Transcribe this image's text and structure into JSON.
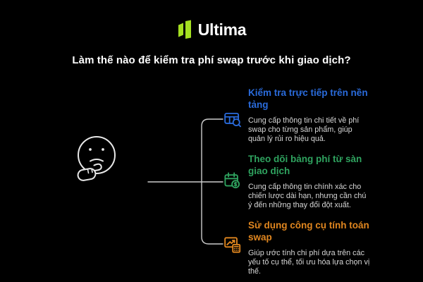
{
  "page": {
    "background": "#000000"
  },
  "header": {
    "logo_icon": "ultima-logo-icon",
    "logo_text": "Ultima",
    "logo_color": "#A4E021",
    "text_color": "#FFFFFF"
  },
  "title": "Làm thế nào để kiểm tra phí swap trước khi giao dịch?",
  "mindmap": {
    "root_icon": "thinking-face-icon",
    "face_color": "#E8E8E8",
    "line_color": "#CCCCCC",
    "branches": [
      {
        "id": "platform-check",
        "icon": "table-search-icon",
        "color": "#2A6BDB",
        "title": "Kiểm tra trực tiếp trên nền tảng",
        "description": "Cung cấp thông tin chi tiết về phí swap cho từng sản phẩm, giúp quản lý rủi ro hiệu quả."
      },
      {
        "id": "exchange-fee-table",
        "icon": "calendar-dollar-icon",
        "color": "#2FA35F",
        "title": "Theo dõi bảng phí từ sàn giao dịch",
        "description": "Cung cấp thông tin chính xác cho chiến lược dài hạn, nhưng cần chú ý đến những thay đổi đột xuất."
      },
      {
        "id": "swap-calculator",
        "icon": "chart-calculator-icon",
        "color": "#E0861F",
        "title": "Sử dụng công cụ tính toán swap",
        "description": "Giúp ước tính chi phí dựa trên các yếu tố cụ thể, tối ưu hóa lựa chọn vị thế."
      }
    ]
  }
}
